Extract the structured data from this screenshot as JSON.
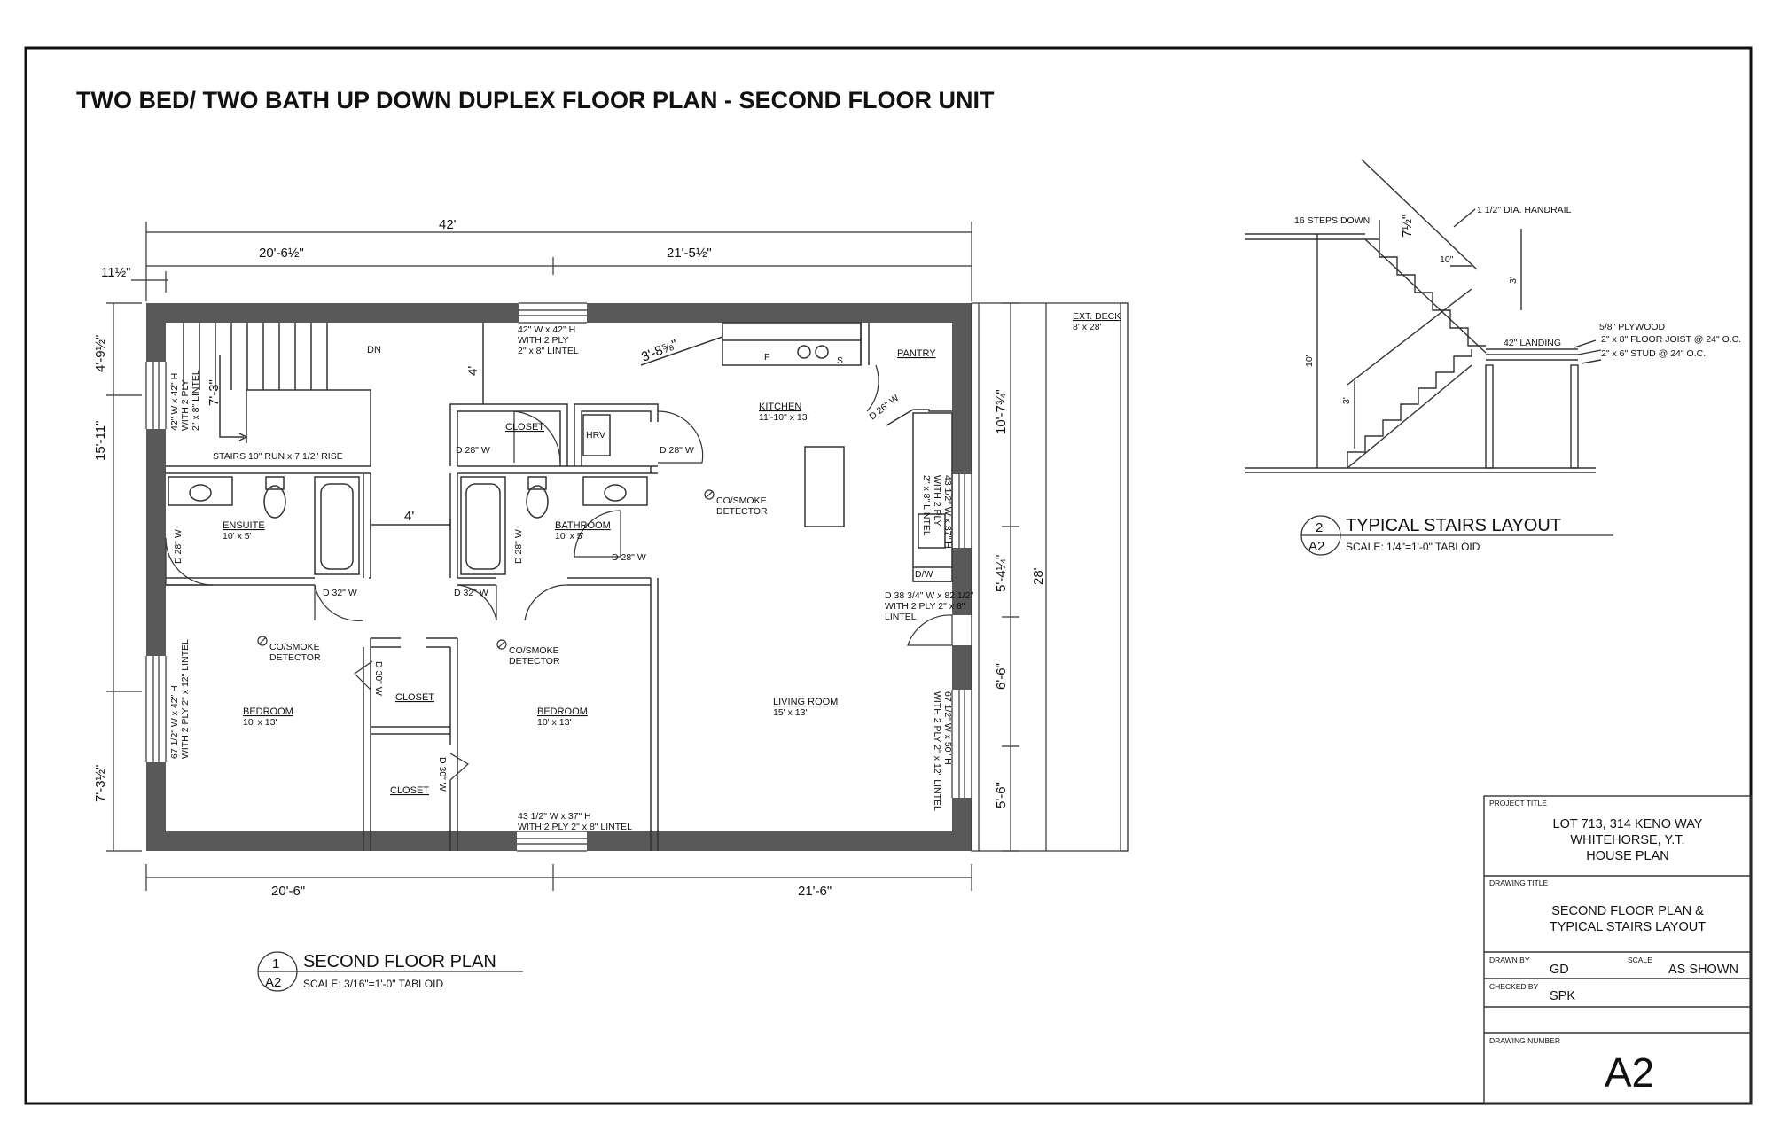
{
  "title": "TWO BED/ TWO BATH UP DOWN DUPLEX FLOOR PLAN - SECOND FLOOR UNIT",
  "dimensions": {
    "overall_width": "42'",
    "top_left": "20'-6½\"",
    "top_right": "21'-5½\"",
    "wall_offset": "11½\"",
    "bottom_left": "20'-6\"",
    "bottom_right": "21'-6\"",
    "left_top": "4'-9½\"",
    "left_mid": "15'-11\"",
    "left_bottom": "7'-3½\"",
    "right_1": "10'-7¾\"",
    "right_2": "5'-4¼\"",
    "right_3": "6'-6\"",
    "right_4": "5'-6\"",
    "deck_depth": "28'",
    "stair_width": "7'-3\"",
    "hall_width": "4'",
    "closet_depth": "4'",
    "kitchen_diag": "3'-8⅝\""
  },
  "windows": {
    "w_top": [
      "42\" W x 42\" H",
      "WITH 2 PLY",
      "2\" x 8\" LINTEL"
    ],
    "w_left_top": [
      "42\" W x 42\" H",
      "WITH 2 PLY",
      "2\" x 8\" LINTEL"
    ],
    "w_left_bottom": [
      "67 1/2\" W x 42\" H",
      "WITH 2 PLY 2\" x 12\" LINTEL"
    ],
    "w_bottom": [
      "43 1/2\" W x 37\" H",
      "WITH 2 PLY 2\" x 8\" LINTEL"
    ],
    "w_right_top": [
      "43 1/2\" W x 37\" H",
      "WITH 2 PLY",
      "2\" x 8\" LINTEL"
    ],
    "w_right_bottom": [
      "67 1/2\" W x 50\" H",
      "WITH 2 PLY 2\" x 12\" LINTEL"
    ],
    "patio_door": [
      "D 38 3/4\" W x 82 1/2\"",
      "WITH 2 PLY 2\" x 8\"",
      "LINTEL"
    ]
  },
  "rooms": {
    "ensuite": {
      "name": "ENSUITE",
      "size": "10' x 5'"
    },
    "bathroom": {
      "name": "BATHROOM",
      "size": "10' x 5'"
    },
    "bedroom1": {
      "name": "BEDROOM",
      "size": "10' x 13'"
    },
    "bedroom2": {
      "name": "BEDROOM",
      "size": "10' x 13'"
    },
    "kitchen": {
      "name": "KITCHEN",
      "size": "11'-10\" x 13'"
    },
    "living": {
      "name": "LIVING ROOM",
      "size": "15' x 13'"
    },
    "pantry": "PANTRY",
    "closet": "CLOSET",
    "hrv": "HRV",
    "deck": {
      "name": "EXT. DECK",
      "size": "8' x 28'"
    },
    "dn": "DN",
    "stairs_note": "STAIRS 10\" RUN x 7 1/2\" RISE",
    "detector": [
      "CO/SMOKE",
      "DETECTOR"
    ],
    "dw": "D/W",
    "fridge": "F",
    "stove": "S"
  },
  "doors": {
    "d28": "D 28\" W",
    "d32": "D 32\" W",
    "d26": "D 26\" W",
    "d30": "D 30\" W"
  },
  "stairs_detail": {
    "steps_down": "16 STEPS DOWN",
    "handrail": "1 1/2\" DIA. HANDRAIL",
    "rise": "7½\"",
    "run": "10\"",
    "rail_height": "3'",
    "height": "10'",
    "landing": "42\" LANDING",
    "plywood": "5/8\" PLYWOOD",
    "joist": "2\" x 8\" FLOOR JOIST @ 24\" O.C.",
    "stud": "2\" x 6\" STUD @ 24\" O.C."
  },
  "labels": {
    "plan_num": "1",
    "plan_sheet": "A2",
    "plan_title": "SECOND FLOOR PLAN",
    "plan_scale": "SCALE: 3/16\"=1'-0\" TABLOID",
    "stair_num": "2",
    "stair_sheet": "A2",
    "stair_title": "TYPICAL STAIRS LAYOUT",
    "stair_scale": "SCALE: 1/4\"=1'-0\" TABLOID"
  },
  "title_block": {
    "project_title_label": "PROJECT TITLE",
    "project_lines": [
      "LOT 713, 314 KENO WAY",
      "WHITEHORSE, Y.T.",
      "HOUSE PLAN"
    ],
    "drawing_title_label": "DRAWING TITLE",
    "drawing_lines": [
      "SECOND FLOOR PLAN &",
      "TYPICAL STAIRS LAYOUT"
    ],
    "drawn_by_label": "DRAWN BY",
    "drawn_by": "GD",
    "scale_label": "SCALE",
    "scale": "AS SHOWN",
    "checked_by_label": "CHECKED BY",
    "checked_by": "SPK",
    "drawing_number_label": "DRAWING NUMBER",
    "drawing_number": "A2"
  }
}
